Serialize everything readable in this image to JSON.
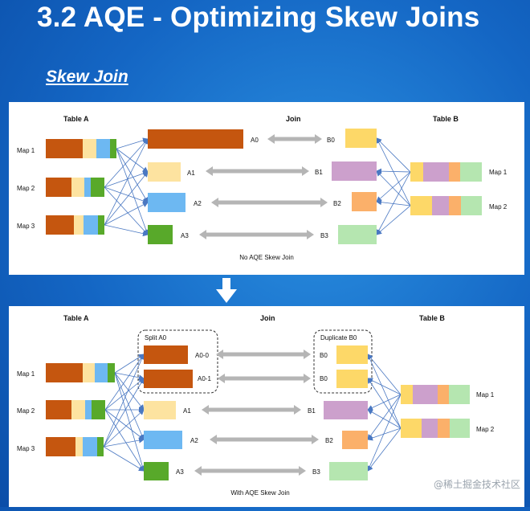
{
  "title": "3.2 AQE - Optimizing Skew Joins",
  "subtitle": "Skew Join",
  "colors": {
    "orange": "#c5560f",
    "yellow": "#fde3a0",
    "blue": "#6db8f2",
    "green": "#58a92a",
    "bYellow": "#fdd868",
    "purple": "#cca0cc",
    "peach": "#fbb06a",
    "lightgreen": "#b5e6b0",
    "arrow": "#b5b5b5",
    "line": "#4a78c2"
  },
  "diagram1": {
    "table_a": "Table A",
    "join": "Join",
    "table_b": "Table B",
    "maps_a": [
      "Map 1",
      "Map 2",
      "Map 3"
    ],
    "maps_b": [
      "Map 1",
      "Map 2"
    ],
    "partitions_a": [
      "A0",
      "A1",
      "A2",
      "A3"
    ],
    "partitions_b": [
      "B0",
      "B1",
      "B2",
      "B3"
    ],
    "caption": "No AQE Skew Join"
  },
  "diagram2": {
    "table_a": "Table A",
    "join": "Join",
    "table_b": "Table B",
    "maps_a": [
      "Map 1",
      "Map 2",
      "Map 3"
    ],
    "maps_b": [
      "Map 1",
      "Map 2"
    ],
    "split_label": "Split A0",
    "duplicate_label": "Duplicate B0",
    "split_parts": [
      "A0-0",
      "A0-1"
    ],
    "dup_parts": [
      "B0",
      "B0"
    ],
    "partitions_a": [
      "A1",
      "A2",
      "A3"
    ],
    "partitions_b": [
      "B1",
      "B2",
      "B3"
    ],
    "caption": "With AQE Skew Join"
  },
  "watermark": "@稀土掘金技术社区"
}
